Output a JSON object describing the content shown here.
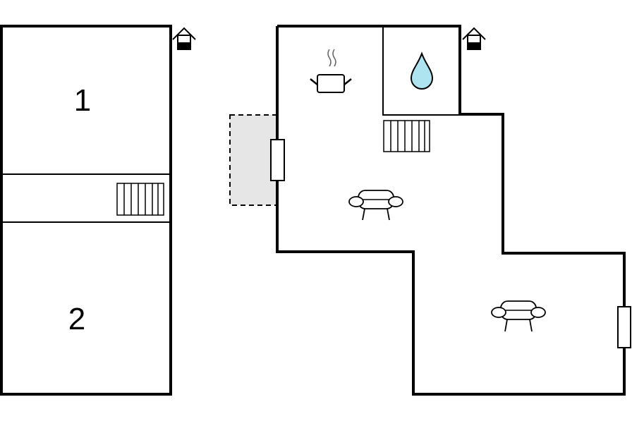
{
  "floor_plan": {
    "upper_floor": {
      "rooms": [
        {
          "label": "1",
          "type": "bedroom"
        },
        {
          "label": "2",
          "type": "bedroom"
        }
      ],
      "icons": [
        "house-entrance-icon",
        "stairs-icon"
      ]
    },
    "ground_floor": {
      "icons": [
        "house-entrance-icon",
        "kitchen-pot-icon",
        "water-drop-icon",
        "stairs-icon",
        "sofa-icon",
        "sofa-icon",
        "door-icon",
        "door-icon",
        "terrace-area"
      ]
    },
    "colors": {
      "wall": "#000000",
      "terrace_fill": "#e6e6e6",
      "water_drop": "#aee3f0",
      "background": "#ffffff"
    }
  }
}
